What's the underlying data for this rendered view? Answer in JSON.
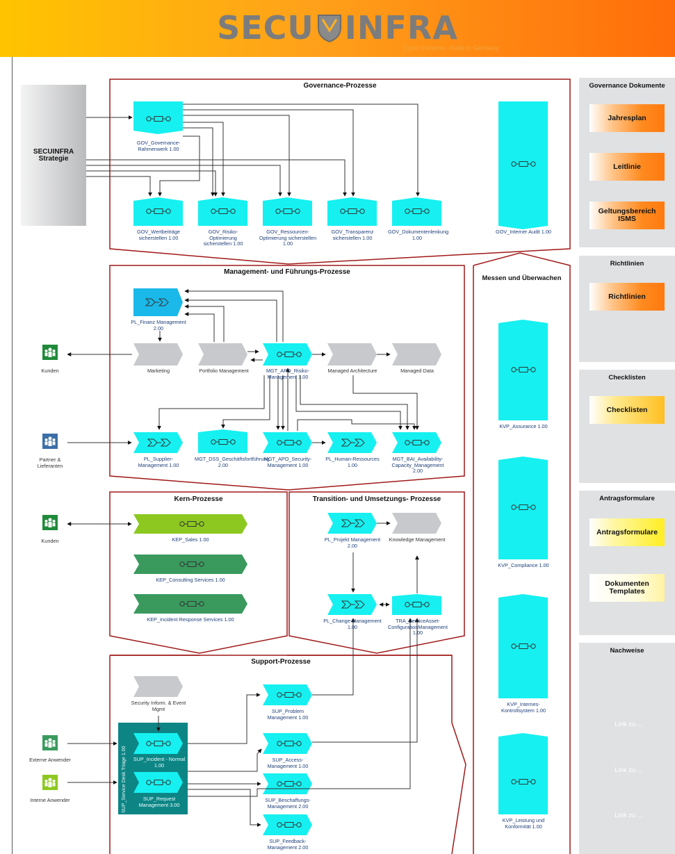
{
  "header": {
    "logo_text_left": "SECU",
    "logo_text_right": "INFRA",
    "tagline": "Cyber Defense. Made in Germany."
  },
  "strategy": {
    "label": "SECUINFRA Strategie"
  },
  "sections": {
    "governance": "Governance-Prozesse",
    "management": "Management- und Führungs-Prozesse",
    "kern": "Kern-Prozesse",
    "transition": "Transition- und Umsetzungs- Prozesse",
    "support": "Support-Prozesse",
    "messen": "Messen und Überwachen"
  },
  "processes": {
    "gov_rahmen": "GOV_Governance-Rahmenwerk 1.00",
    "gov_wert": "GOV_Wertbeiträge sicherstellen 1.00",
    "gov_risiko": "GOV_Risiko-Optimierung sicherstellen 1.00",
    "gov_ressourcen": "GOV_Ressourcen-Optimierung sicherstellen 1.00",
    "gov_transparenz": "GOV_Transparenz sicherstellen 1.00",
    "gov_dokumenten": "GOV_Dokumentenlenkung 1.00",
    "gov_audit": "GOV_Interner Audit 1.00",
    "pl_finanz": "PL_Finanz Management 2.00",
    "marketing": "Marketing",
    "portfolio": "Portfolio Management",
    "mgt_apo_risiko": "MGT_APO_Risiko-Management 1.00",
    "managed_arch": "Managed Architecture",
    "managed_data": "Managed Data",
    "pl_supplier": "PL_Supplier-Management 1.00",
    "mgt_dss": "MGT_DSS_Geschäftsfortführung 2.00",
    "mgt_apo_sec": "MGT_APO_Security-Management 1.00",
    "pl_human": "PL_Human-Ressources 1.00",
    "mgt_bai": "MGT_BAI_Availability-Capacity_Management 2.00",
    "kep_sales": "KEP_Sales 1.00",
    "kep_consulting": "KEP_Consulting Services 1.00",
    "kep_incident": "KEP_Incident Response Services 1.00",
    "pl_projekt": "PL_Projekt Management 2.00",
    "knowledge": "Knowledge Management",
    "pl_change": "PL_Change-Management 1.00",
    "tra_service": "TRA_ServiceAsset-ConfigurationManagement 1.00",
    "security_info": "Security Inform. & Event Mgmt",
    "sup_service_desk": "SUP_Service Desk Triage 1.00",
    "sup_incident": "SUP_Incident - Normal 1.00",
    "sup_request": "SUP_Request Management 3.00",
    "sup_problem": "SUP_Problem Management 1.00",
    "sup_access": "SUP_Access-Management 1.00",
    "sup_beschaffung": "SUP_Beschaffungs-Management 2.00",
    "sup_feedback": "SUP_Feedback-Management 2.00",
    "kvp_assurance": "KVP_Assurance 1.00",
    "kvp_compliance": "KVP_Compliance 1.00",
    "kvp_iks": "KVP_Internes-Kontrollsystem 1.00",
    "kvp_leistung": "KVP_Leistung und Konformität 1.00"
  },
  "actors": {
    "kunden1": "Kunden",
    "partner": "Partner & Lieferanten",
    "kunden2": "Kunden",
    "externe": "Externe Anwender",
    "interne": "Interne Anwender"
  },
  "sidebar": {
    "governance_docs": {
      "title": "Governance Dokumente",
      "items": [
        "Jahresplan",
        "Leitlinie",
        "Geltungsbereich ISMS"
      ]
    },
    "richtlinien": {
      "title": "Richtlinien",
      "items": [
        "Richtlinien"
      ]
    },
    "checklisten": {
      "title": "Checklisten",
      "items": [
        "Checklisten"
      ]
    },
    "antragsformulare": {
      "title": "Antragsformulare",
      "items": [
        "Antragsformulare",
        "Dokumenten Templates"
      ]
    },
    "nachweise": {
      "title": "Nachweise",
      "items": [
        "Link zu ...",
        "Link zu ...",
        "Link zu ..."
      ]
    }
  },
  "colors": {
    "process_cyan": "#16f0f0",
    "process_dark_cyan": "#1bb8ea",
    "grey_step": "#c7c9cc",
    "kern_green": "#3a9a5e",
    "sales_green": "#8cc820",
    "service_desk_teal": "#0d8585",
    "section_border": "#a01818",
    "nachweis_red": "#8e0b0b",
    "header_gradient": "#ffa21a"
  },
  "icons": [
    "process-connector-icon",
    "value-chain-icon",
    "people-group-icon",
    "shield-logo-icon"
  ]
}
